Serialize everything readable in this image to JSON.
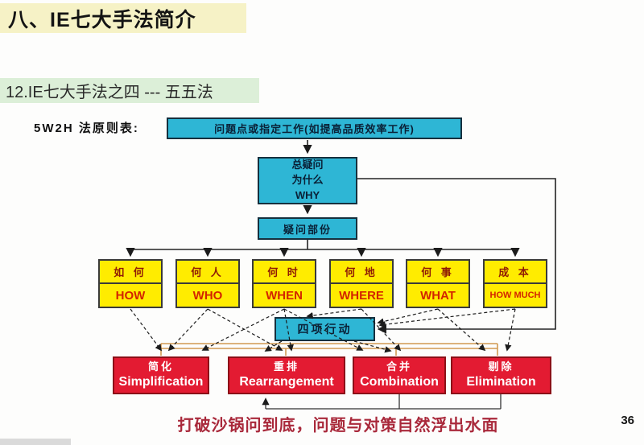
{
  "slide": {
    "title": "八、IE七大手法简介",
    "subtitle": "12.IE七大手法之四 --- 五五法",
    "table_label": "5W2H 法原则表:",
    "footer_quote": "打破沙锅问到底，问题与对策自然浮出水面",
    "page_number": "36"
  },
  "flowchart": {
    "top_box": "问题点或指定工作(如提高品质效率工作)",
    "why_box": {
      "line1": "总疑问",
      "line2": "为什么",
      "line3": "WHY"
    },
    "question_part_box": "疑问部份",
    "four_actions_box": "四项行动",
    "questions": [
      {
        "cn": "如 何",
        "en": "HOW"
      },
      {
        "cn": "何 人",
        "en": "WHO"
      },
      {
        "cn": "何 时",
        "en": "WHEN"
      },
      {
        "cn": "何 地",
        "en": "WHERE"
      },
      {
        "cn": "何 事",
        "en": "WHAT"
      },
      {
        "cn": "成 本",
        "en": "HOW MUCH"
      }
    ],
    "actions": [
      {
        "cn": "简化",
        "en": "Simplification"
      },
      {
        "cn": "重排",
        "en": "Rearrangement"
      },
      {
        "cn": "合并",
        "en": "Combination"
      },
      {
        "cn": "剔除",
        "en": "Elimination"
      }
    ]
  },
  "colors": {
    "cyan_box": "#2eb6d5",
    "yellow_box": "#ffec00",
    "red_box": "#e31b32",
    "title_highlight": "#f6f2c6",
    "subtitle_highlight": "#dcefd8",
    "orange_connector": "#d29a52",
    "footer_text": "#a9293b"
  }
}
